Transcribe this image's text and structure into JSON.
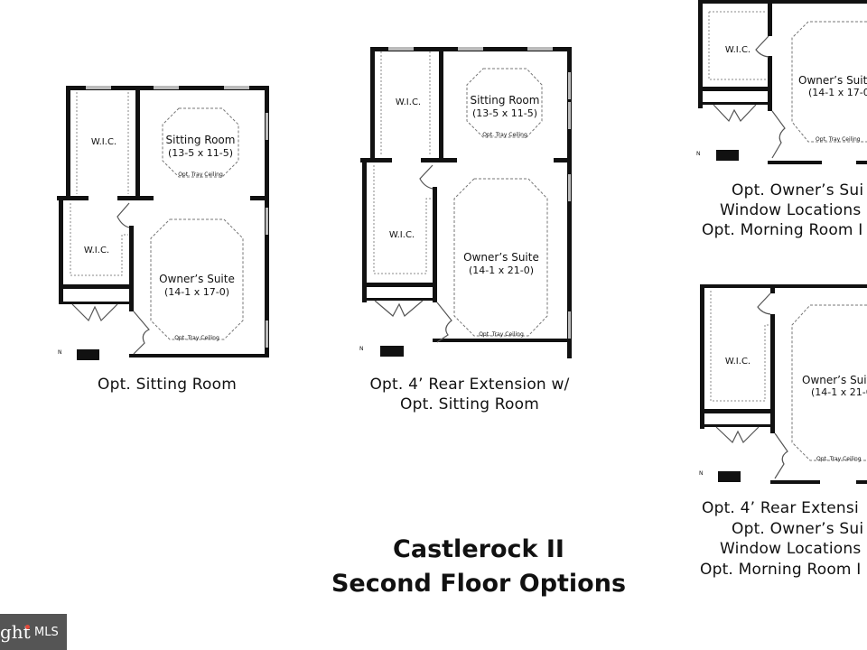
{
  "title": {
    "line1": "Castlerock II",
    "line2": "Second Floor Options"
  },
  "labels": {
    "wic": "W.I.C.",
    "sitting_room": "Sitting Room",
    "sitting_room_dims": "(13-5 x 11-5)",
    "owners_suite": "Owner’s Suite",
    "owners_suite_dims_17": "(14-1 x 17-0)",
    "owners_suite_dims_21": "(14-1 x 21-0)",
    "tray_ceiling": "Opt. Tray Ceiling",
    "north": "N"
  },
  "plans": [
    {
      "caption": [
        "Opt. Sitting Room"
      ]
    },
    {
      "caption": [
        "Opt. 4’ Rear Extension w/",
        "Opt. Sitting Room"
      ]
    },
    {
      "caption": [
        "Opt. Owner’s Sui",
        "Window Locations",
        "Opt. Morning Room I"
      ]
    },
    {
      "caption": [
        "Opt. 4’ Rear Extensi",
        "Opt. Owner’s Sui",
        "Window Locations",
        "Opt. Morning Room I"
      ]
    }
  ],
  "watermark": {
    "brand_fragment": "ght",
    "suffix": "MLS",
    "accent": "#e24a3b"
  },
  "colors": {
    "wall": "#111111",
    "window": "#9a9a9a",
    "dash": "#777777"
  }
}
